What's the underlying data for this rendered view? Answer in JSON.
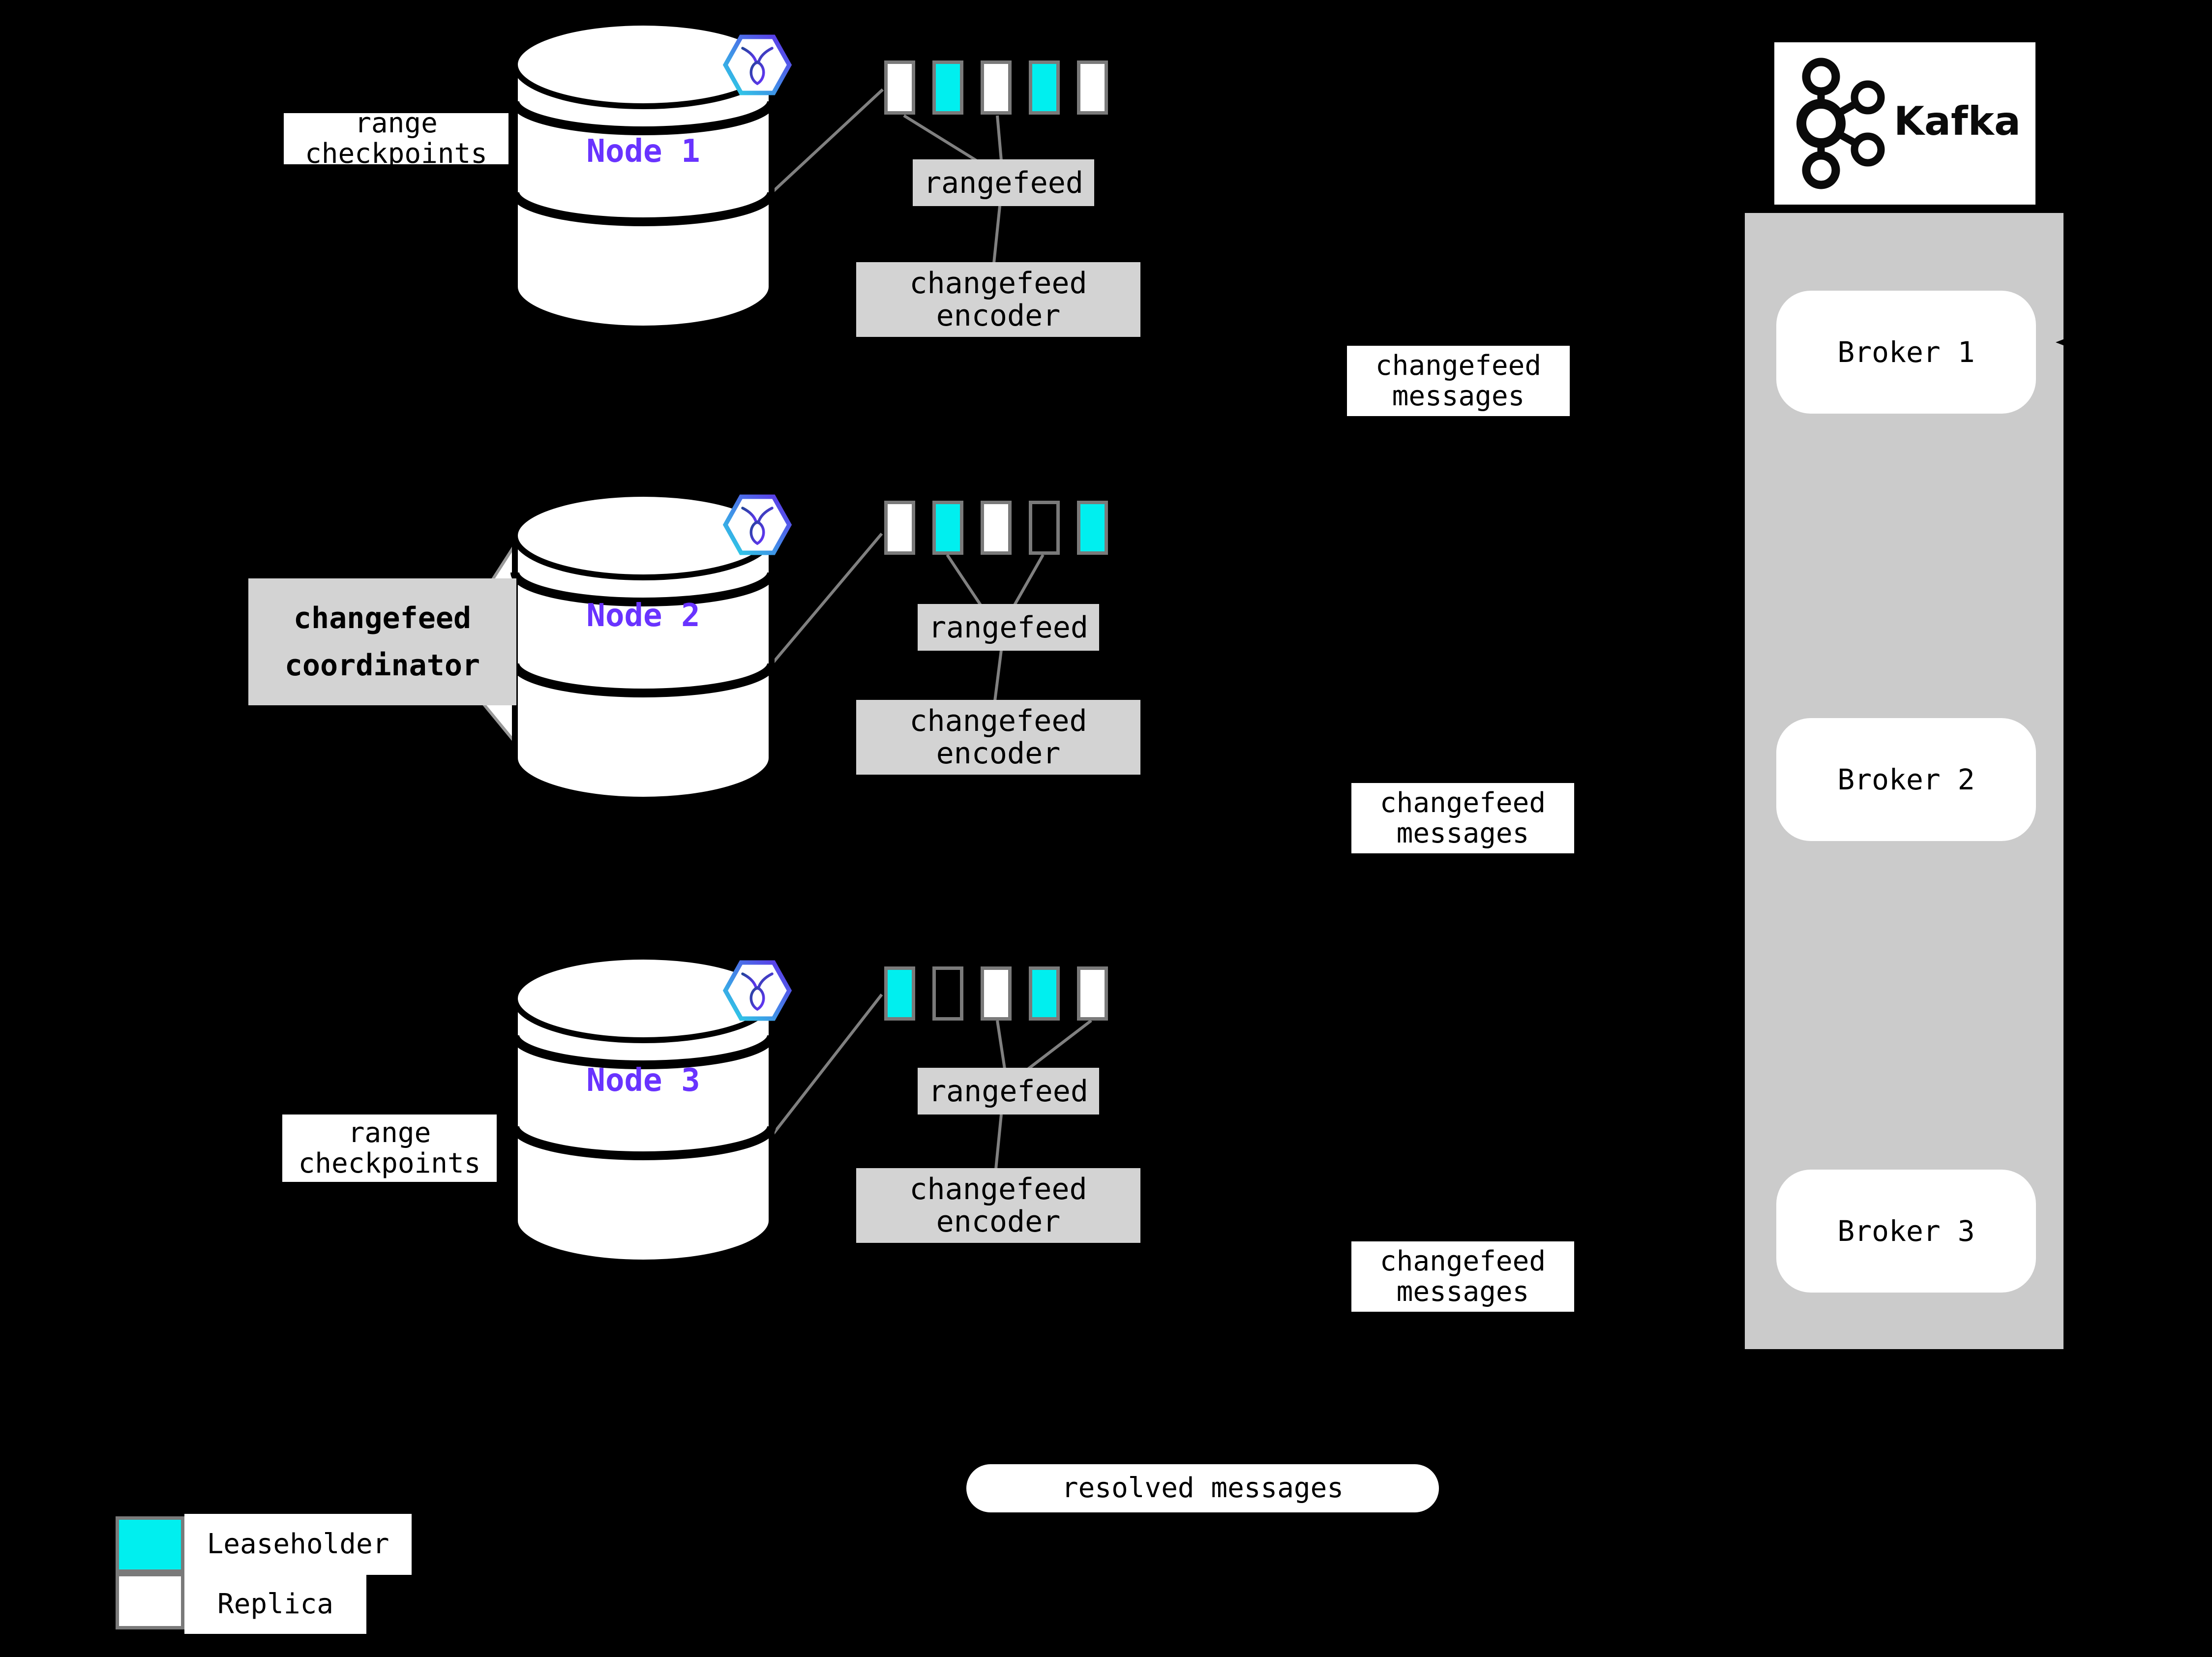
{
  "colors": {
    "background": "#000000",
    "leaseholder": "#00EFEF",
    "replica": "#FFFFFF",
    "node_label_purple": "#6933FF",
    "box_gray": "#D3D3D3",
    "kafka_panel_gray": "#CBCBCB",
    "line_gray": "#808080",
    "range_border_gray": "#7A7A7A",
    "hex_gradient_start": "#2BD6E6",
    "hex_gradient_end": "#5F2EE8"
  },
  "nodes": [
    {
      "name": "Node 1",
      "side_label": [
        "range",
        "checkpoints"
      ],
      "ranges": [
        "replica",
        "leaseholder",
        "replica",
        "leaseholder",
        "replica"
      ],
      "rangefeed": "rangefeed",
      "encoder": [
        "changefeed",
        "encoder"
      ],
      "messages": [
        "changefeed",
        "messages"
      ]
    },
    {
      "name": "Node 2",
      "side_label": [
        "changefeed",
        "coordinator"
      ],
      "ranges": [
        "replica",
        "leaseholder",
        "replica",
        "empty",
        "leaseholder"
      ],
      "rangefeed": "rangefeed",
      "encoder": [
        "changefeed",
        "encoder"
      ],
      "messages": [
        "changefeed",
        "messages"
      ]
    },
    {
      "name": "Node 3",
      "side_label": [
        "range",
        "checkpoints"
      ],
      "ranges": [
        "leaseholder",
        "empty",
        "replica",
        "leaseholder",
        "replica"
      ],
      "rangefeed": "rangefeed",
      "encoder": [
        "changefeed",
        "encoder"
      ],
      "messages": [
        "changefeed",
        "messages"
      ]
    }
  ],
  "kafka": {
    "brand": "Kafka",
    "brokers": [
      "Broker 1",
      "Broker 2",
      "Broker 3"
    ]
  },
  "resolved": "resolved messages",
  "legend": [
    {
      "label": "Leaseholder",
      "key": "leaseholder"
    },
    {
      "label": "Replica",
      "key": "replica"
    }
  ]
}
